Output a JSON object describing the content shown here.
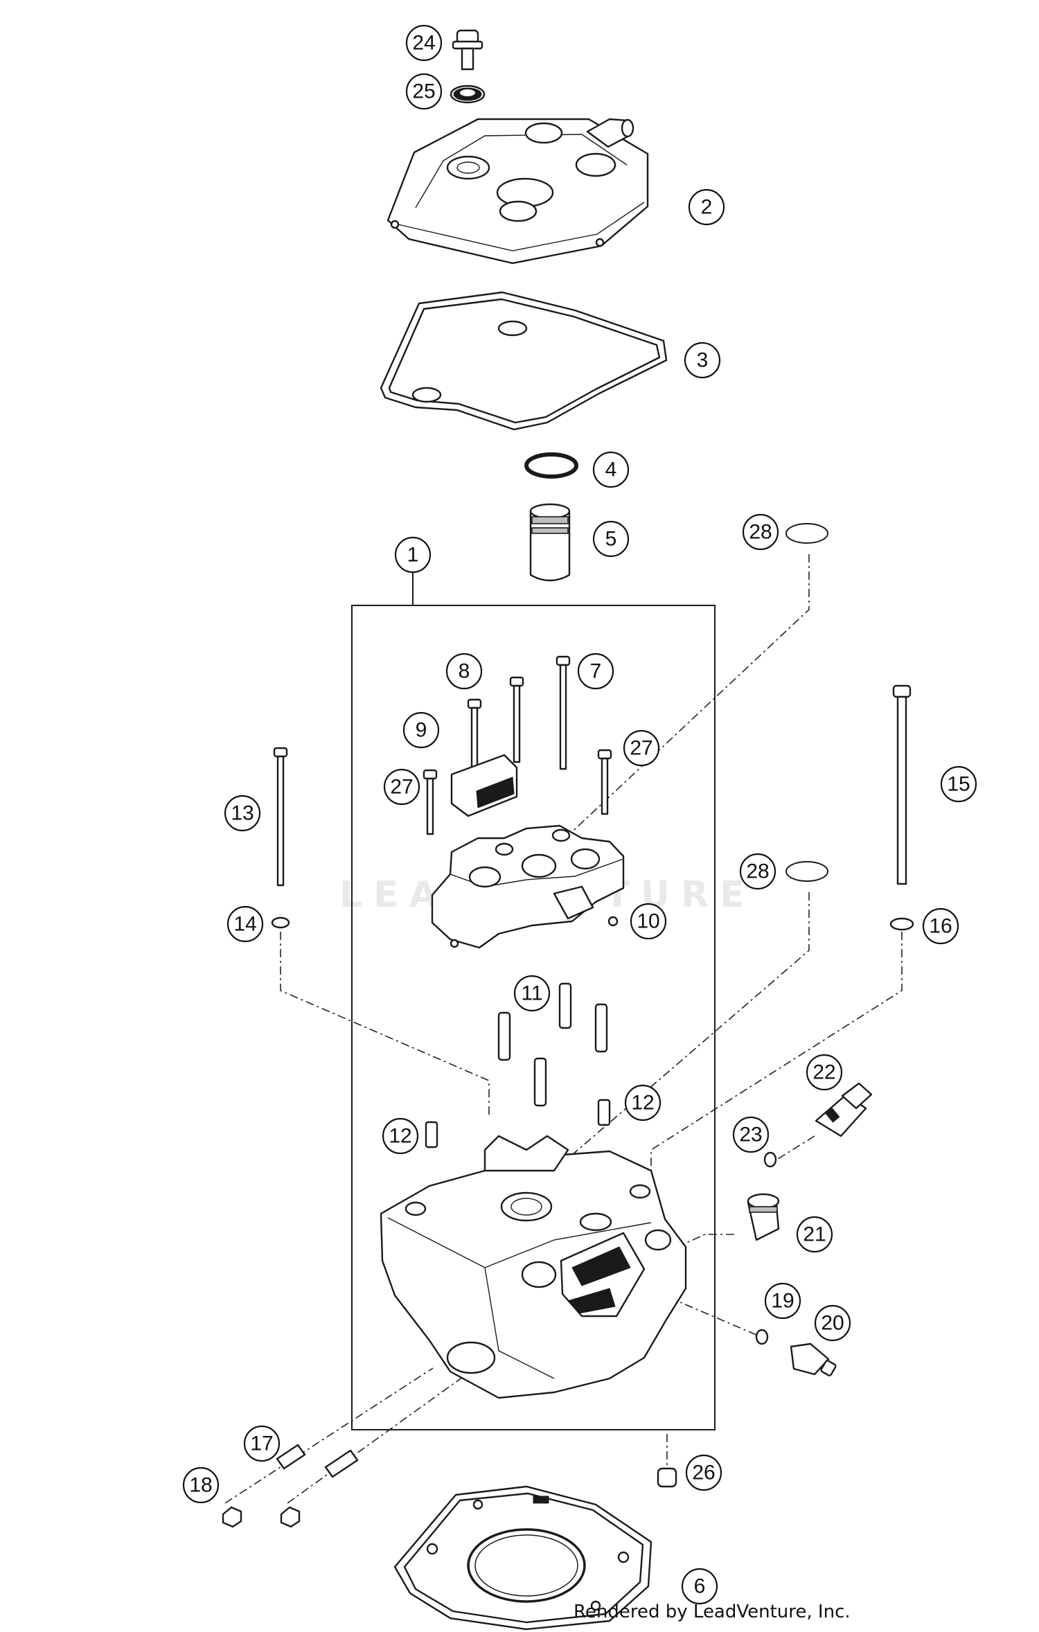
{
  "callouts": [
    {
      "label": "1"
    },
    {
      "label": "2"
    },
    {
      "label": "3"
    },
    {
      "label": "4"
    },
    {
      "label": "5"
    },
    {
      "label": "6"
    },
    {
      "label": "7"
    },
    {
      "label": "8"
    },
    {
      "label": "9"
    },
    {
      "label": "10"
    },
    {
      "label": "11"
    },
    {
      "label": "12"
    },
    {
      "label": "12"
    },
    {
      "label": "13"
    },
    {
      "label": "14"
    },
    {
      "label": "15"
    },
    {
      "label": "16"
    },
    {
      "label": "17"
    },
    {
      "label": "18"
    },
    {
      "label": "19"
    },
    {
      "label": "20"
    },
    {
      "label": "21"
    },
    {
      "label": "22"
    },
    {
      "label": "23"
    },
    {
      "label": "24"
    },
    {
      "label": "25"
    },
    {
      "label": "26"
    },
    {
      "label": "27"
    },
    {
      "label": "27"
    },
    {
      "label": "28"
    },
    {
      "label": "28"
    }
  ],
  "watermark": "LEADVENTURE",
  "credit": "Rendered by LeadVenture, Inc."
}
